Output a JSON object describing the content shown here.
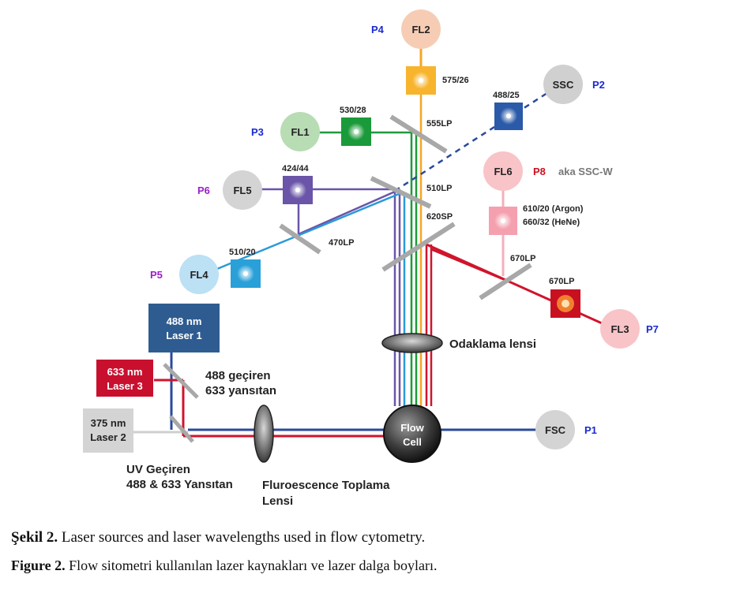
{
  "detectors": {
    "fl2": {
      "name": "FL2",
      "param": "P4"
    },
    "ssc": {
      "name": "SSC",
      "param": "P2"
    },
    "fl1": {
      "name": "FL1",
      "param": "P3"
    },
    "fl6": {
      "name": "FL6",
      "param": "P8",
      "note": "aka SSC-W"
    },
    "fl5": {
      "name": "FL5",
      "param": "P6"
    },
    "fl4": {
      "name": "FL4",
      "param": "P5"
    },
    "fl3": {
      "name": "FL3",
      "param": "P7"
    },
    "fsc": {
      "name": "FSC",
      "param": "P1"
    }
  },
  "filters": {
    "f575": "575/26",
    "f488": "488/25",
    "f530": "530/28",
    "f424": "424/44",
    "f510": "510/20",
    "f610a": "610/20 (Argon)",
    "f610b": "660/32 (HeNe)",
    "f670lp": "670LP"
  },
  "mirrors": {
    "m555": "555LP",
    "m510": "510LP",
    "m620": "620SP",
    "m470": "470LP",
    "m670": "670LP"
  },
  "lasers": {
    "l488_1": "488 nm",
    "l488_2": "Laser 1",
    "l633_1": "633 nm",
    "l633_2": "Laser 3",
    "l375_1": "375 nm",
    "l375_2": "Laser 2"
  },
  "labels": {
    "dichroic1_1": "488 geçiren",
    "dichroic1_2": "633 yansıtan",
    "dichroic2_1": "UV Geçiren",
    "dichroic2_2": "488 & 633 Yansıtan",
    "collect_1": "Fluroescence Toplama",
    "collect_2": "Lensi",
    "focus": "Odaklama lensi",
    "flowcell_1": "Flow",
    "flowcell_2": "Cell"
  },
  "caption": {
    "c1_bold": "Şekil 2.",
    "c1_text": " Laser sources and laser wavelengths used in flow cytometry.",
    "c2_bold": "Figure 2.",
    "c2_text": " Flow sitometri kullanılan lazer kaynakları ve lazer dalga boyları."
  },
  "colors": {
    "orange": "#f5a623",
    "green": "#1f9a3a",
    "blue488": "#2a4a9a",
    "red": "#d0142c",
    "violet": "#6a55a8",
    "cyan": "#2a9ad8",
    "mirror": "#a8a8a8",
    "param_blue": "#1a2ad0",
    "param_purple": "#9a20c8",
    "param_red": "#cc1020"
  }
}
